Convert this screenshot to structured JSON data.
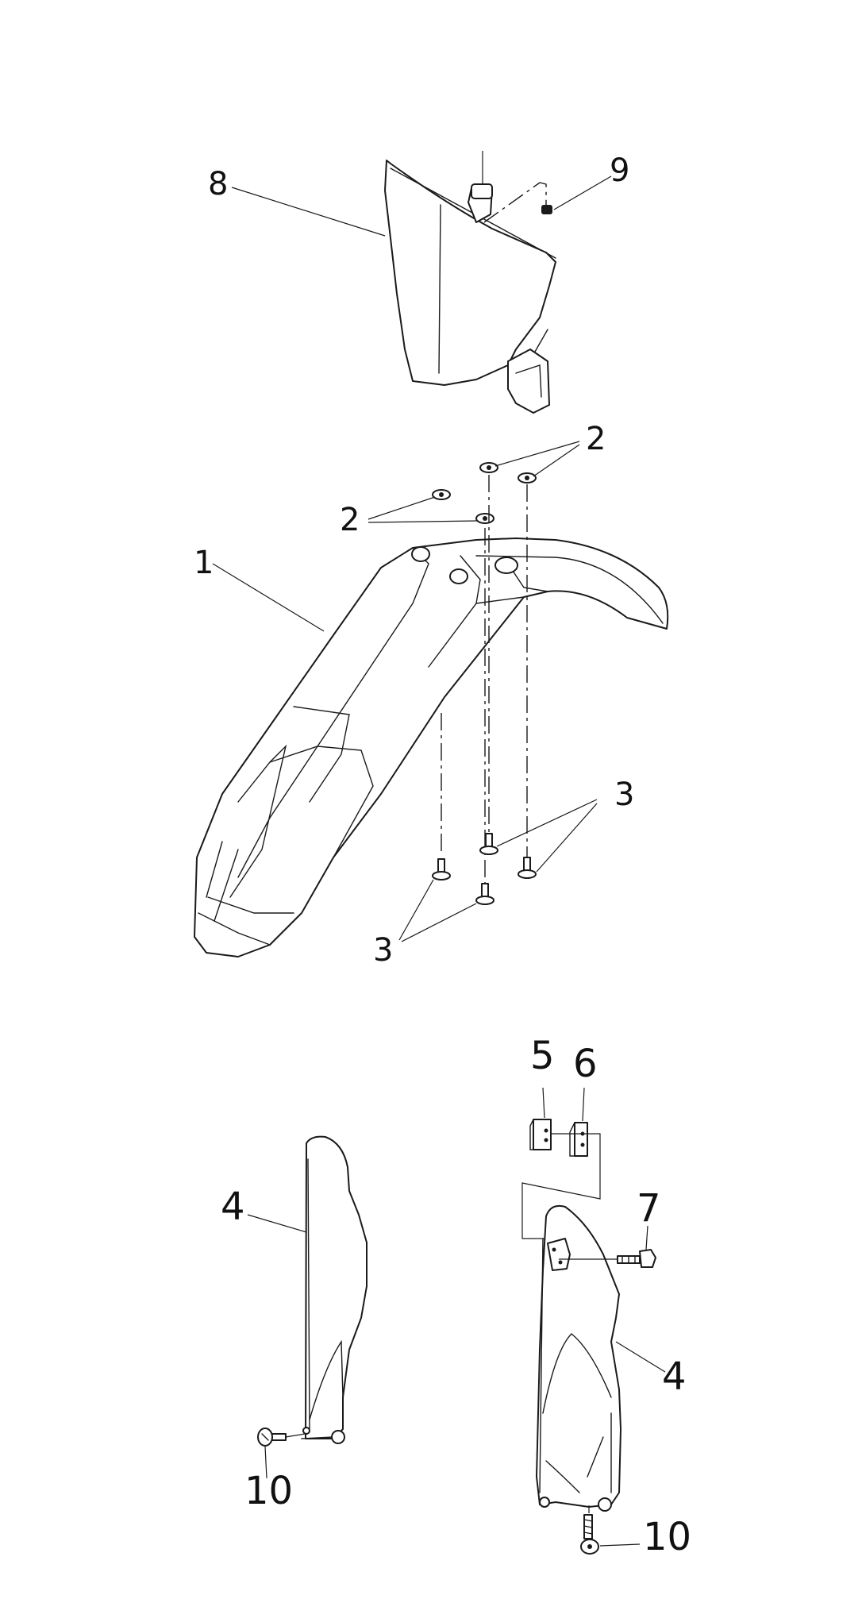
{
  "diagram": {
    "callouts": {
      "c1": "1",
      "c2a": "2",
      "c2b": "2",
      "c3a": "3",
      "c3b": "3",
      "c4a": "4",
      "c4b": "4",
      "c5": "5",
      "c6": "6",
      "c7": "7",
      "c8": "8",
      "c9": "9",
      "c10a": "10",
      "c10b": "10"
    }
  }
}
